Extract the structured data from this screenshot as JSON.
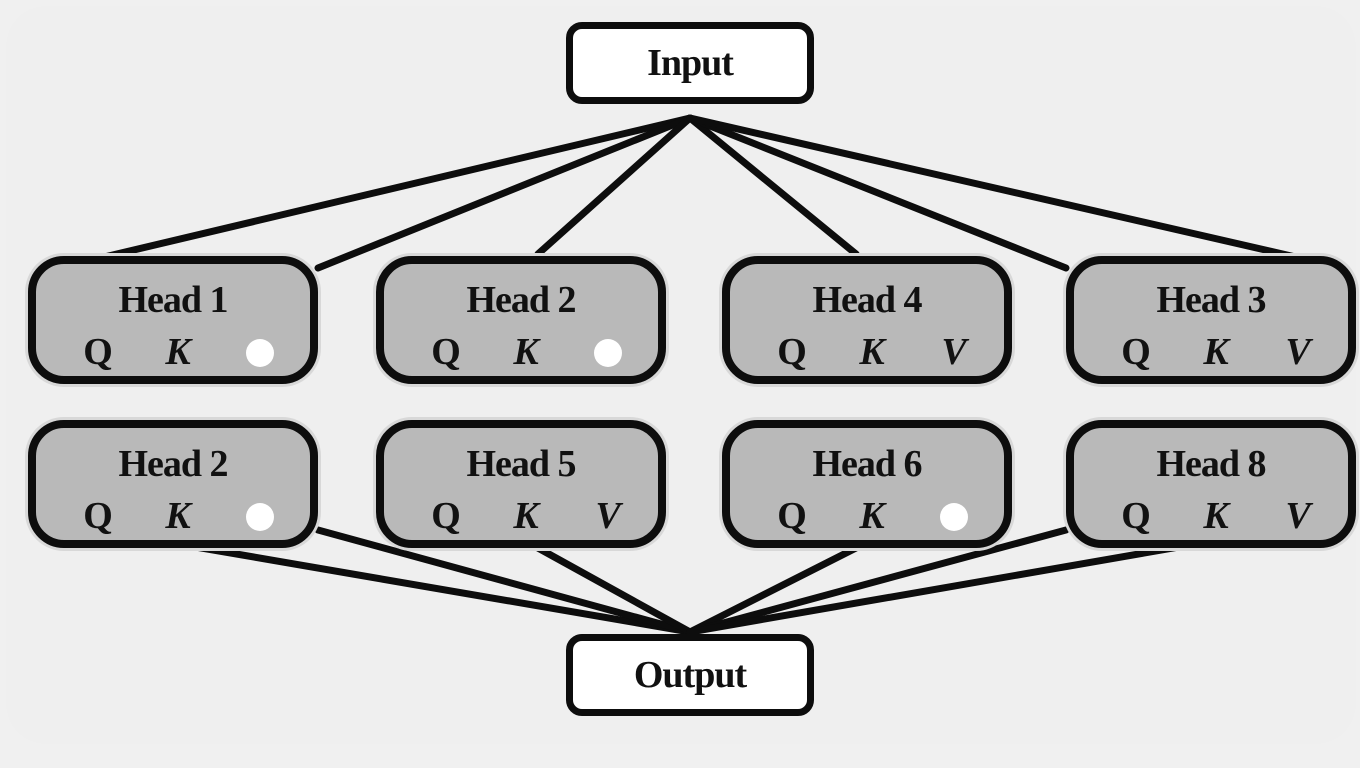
{
  "diagram": {
    "input_label": "Input",
    "output_label": "Output",
    "heads": [
      {
        "title": "Head 1",
        "q": "Q",
        "k": "K",
        "v": null,
        "v_placeholder": "dot"
      },
      {
        "title": "Head 2",
        "q": "Q",
        "k": "K",
        "v": null,
        "v_placeholder": "dot"
      },
      {
        "title": "Head 4",
        "q": "Q",
        "k": "K",
        "v": "V"
      },
      {
        "title": "Head 3",
        "q": "Q",
        "k": "K",
        "v": "V"
      },
      {
        "title": "Head 2",
        "q": "Q",
        "k": "K",
        "v": null,
        "v_placeholder": "dot"
      },
      {
        "title": "Head 5",
        "q": "Q",
        "k": "K",
        "v": "V"
      },
      {
        "title": "Head 6",
        "q": "Q",
        "k": "K",
        "v": null,
        "v_placeholder": "dot"
      },
      {
        "title": "Head 8",
        "q": "Q",
        "k": "K",
        "v": "V"
      }
    ],
    "colors": {
      "head_fill": "#b9b9b9",
      "border": "#0d0d0d",
      "background": "#efefef",
      "dot": "#ffffff"
    }
  }
}
